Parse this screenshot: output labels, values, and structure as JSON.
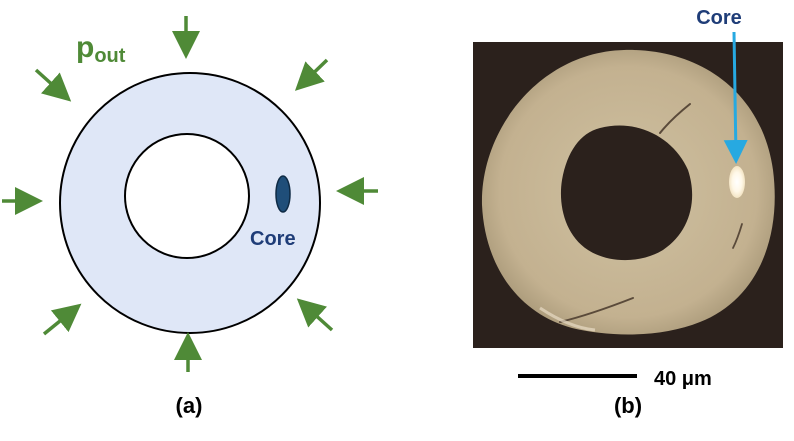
{
  "panel_a": {
    "pressure_label": {
      "main": "p",
      "subscript": "out"
    },
    "core_label": "Core",
    "caption": "(a)"
  },
  "panel_b": {
    "core_label": "Core",
    "scale_bar_label": "40 μm",
    "caption": "(b)"
  },
  "colors": {
    "arrow_green": "#4f8a37",
    "cladding_fill": "#dfe7f7",
    "core_fill": "#1f4e79",
    "core_text_navy": "#1f3d78",
    "core_arrow_blue": "#27a9e1",
    "micrograph_bg": "#2b211c",
    "fiber_glass": "#c6b594",
    "hole_dark": "#1e1612"
  }
}
